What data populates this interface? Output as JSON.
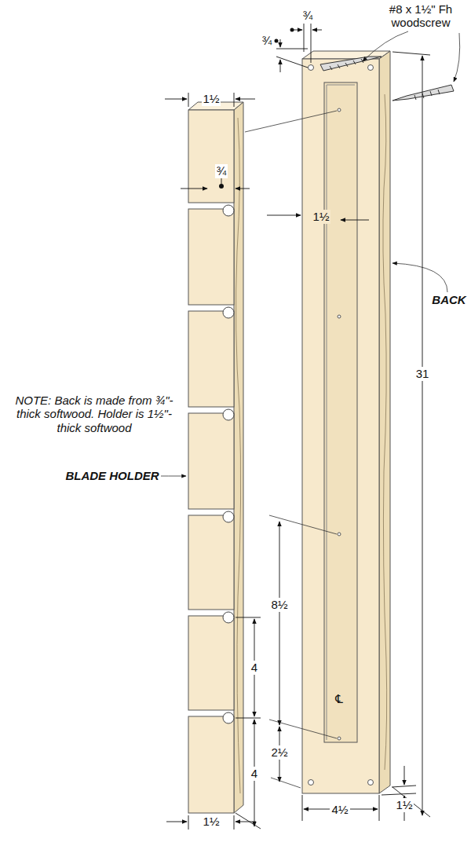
{
  "diagram": {
    "labels": [
      "1½",
      "¾",
      "¾",
      "¾",
      "#8 x 1½\" Fh woodscrew",
      "1½",
      "BACK",
      "31",
      "NOTE: Back is made from ¾\"-thick softwood. Holder is 1½\"-thick softwood",
      "BLADE HOLDER",
      "8½",
      "℄",
      "4",
      "2½",
      "4",
      "4½",
      "1½",
      "1½"
    ]
  }
}
